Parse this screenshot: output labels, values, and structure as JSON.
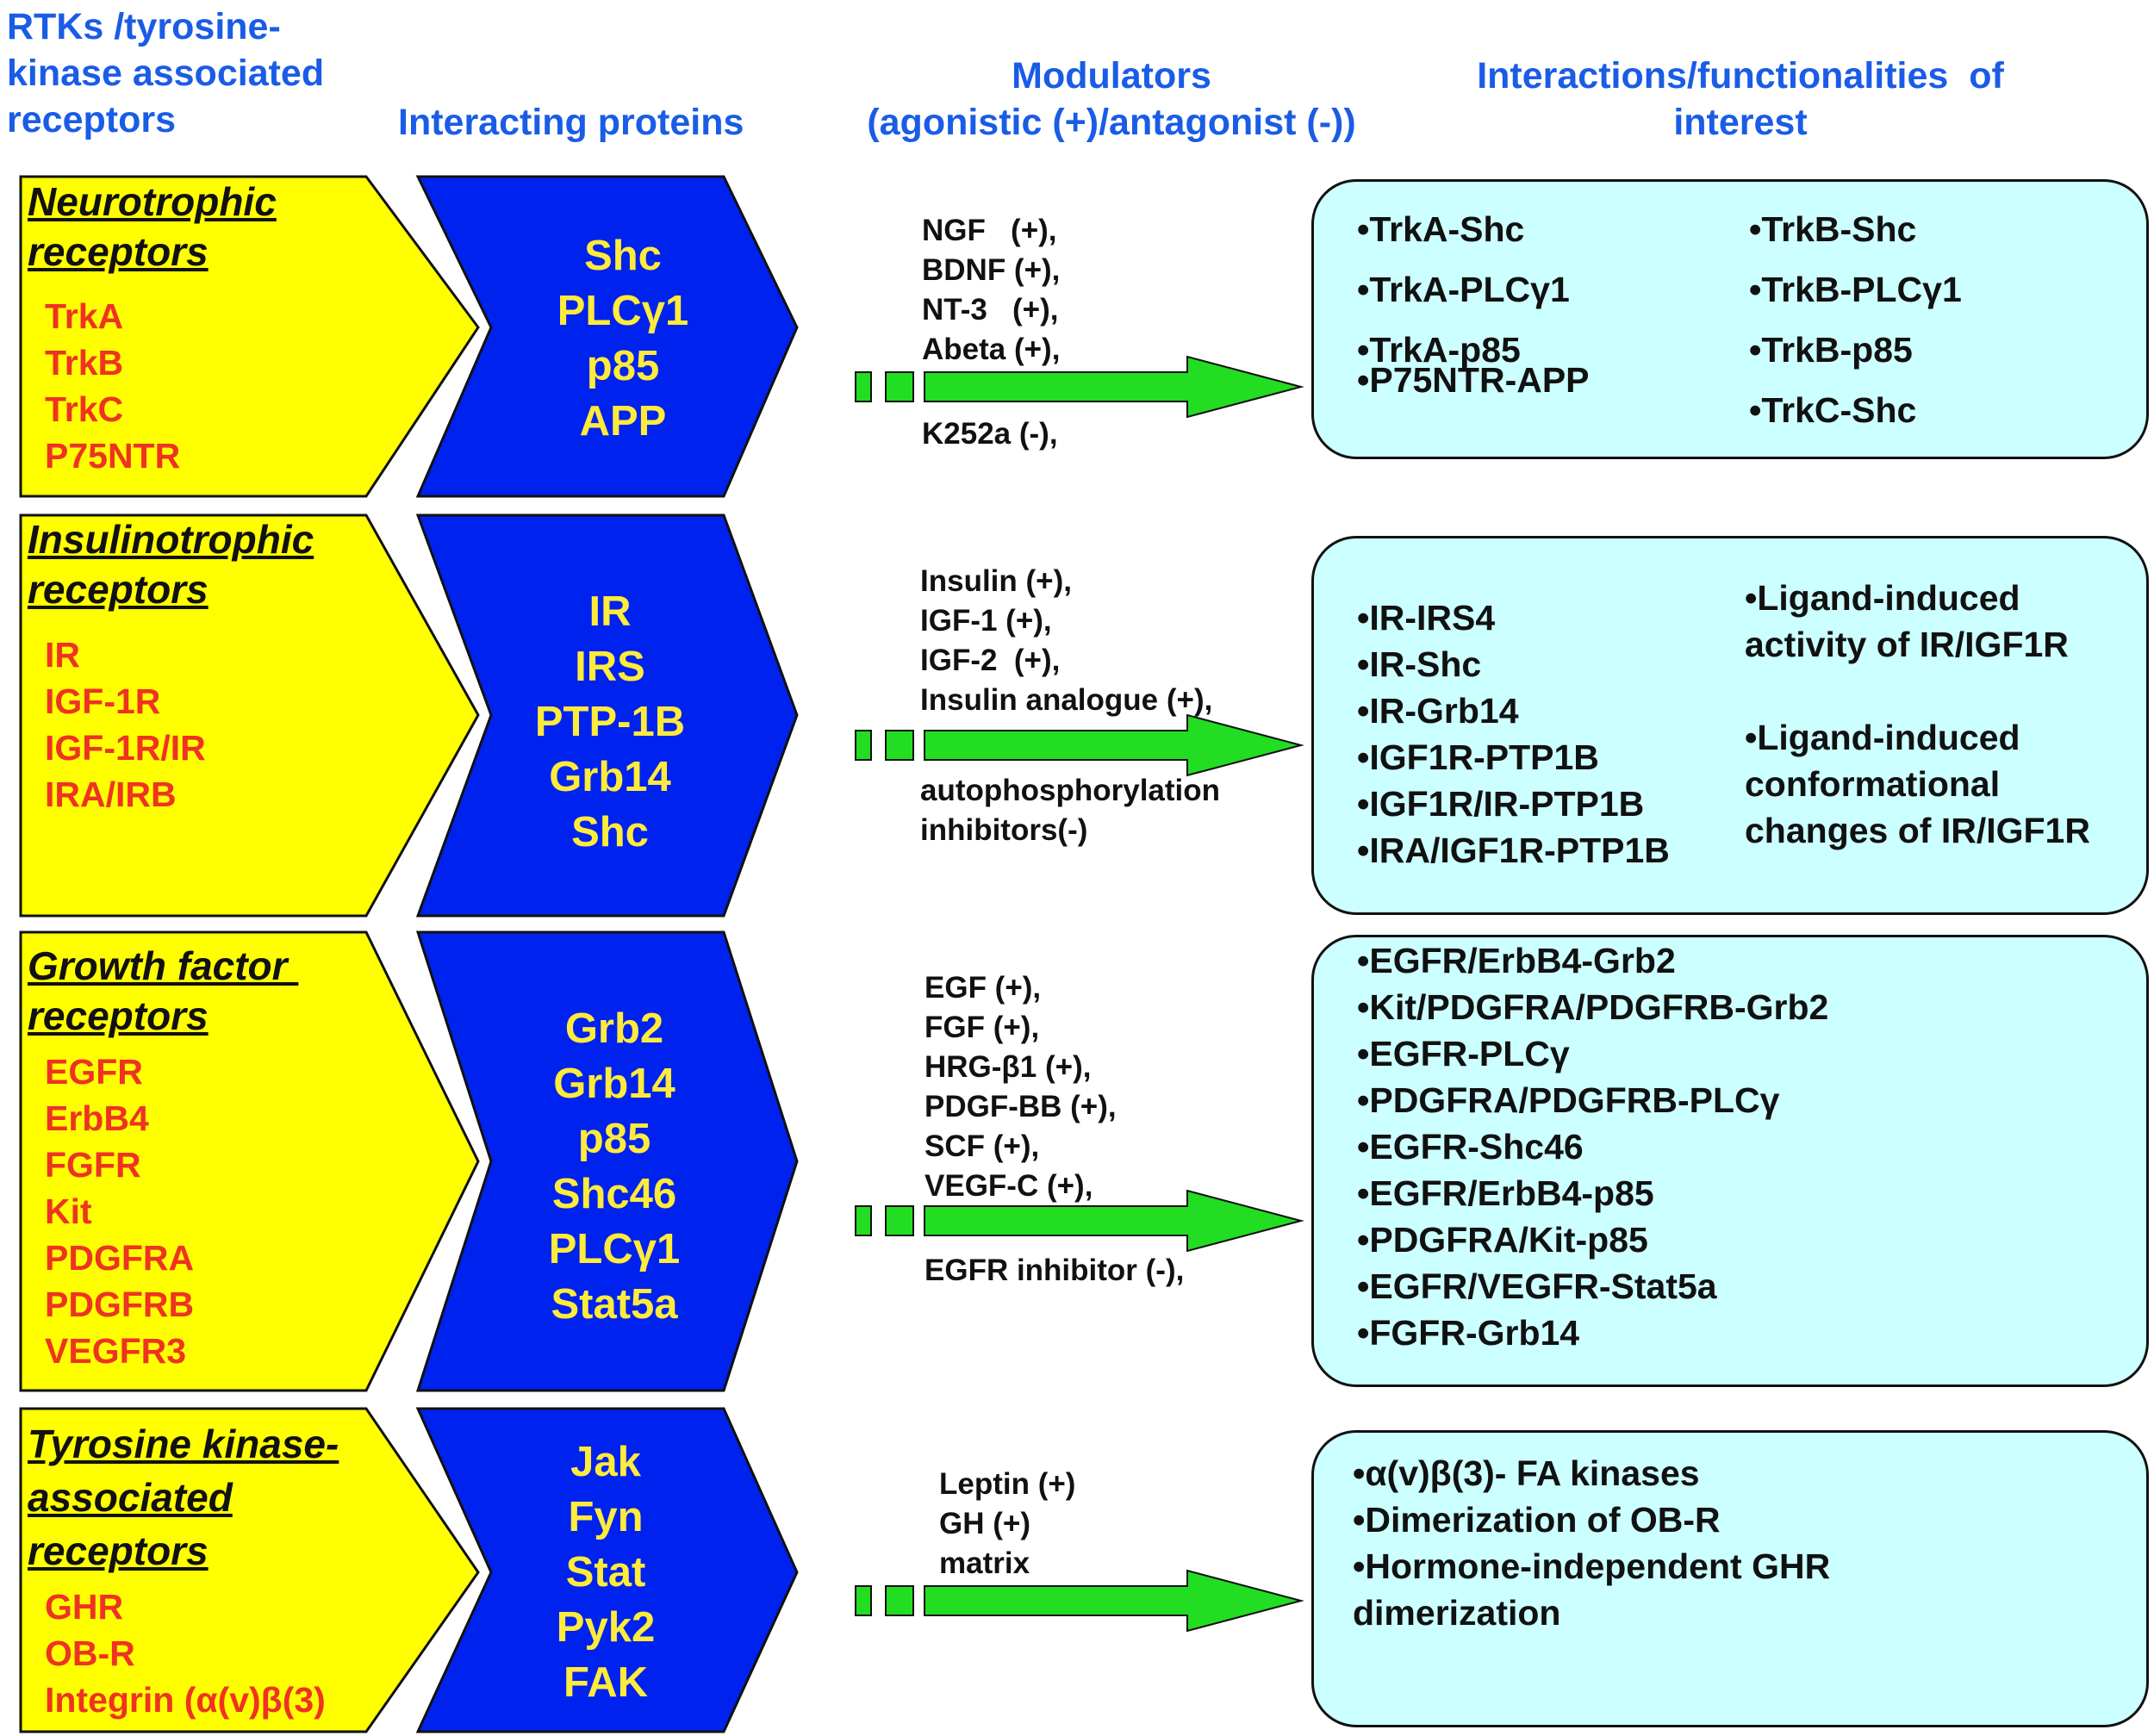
{
  "headers": {
    "col1": "RTKs /tyrosine-\nkinase associated\nreceptors",
    "col2": "Interacting proteins",
    "col3": "Modulators\n(agonistic (+)/antagonist (-))",
    "col4": "Interactions/functionalities  of\ninterest"
  },
  "colors": {
    "header_text": "#1a5ce6",
    "category_box": "#ffff00",
    "receptor_text": "#ee3322",
    "protein_chevron": "#0022ee",
    "protein_text": "#ffeb3b",
    "arrow": "#22dd22",
    "interaction_box": "#ccffff"
  },
  "rows": [
    {
      "category": "Neurotrophic\nreceptors",
      "receptors": [
        "TrkA",
        "TrkB",
        "TrkC",
        "P75NTR"
      ],
      "proteins": [
        "Shc",
        "PLCγ1",
        "p85",
        "APP"
      ],
      "modulators_plus": "NGF   (+),\nBDNF (+),\nNT-3   (+),\nAbeta (+),",
      "modulators_minus": "K252a (-),",
      "interactions_left": "•TrkA-Shc\n\n•TrkA-PLCγ1\n\n•TrkA-p85\n•P75NTR-APP",
      "interactions_right": "•TrkB-Shc\n\n•TrkB-PLCγ1\n\n•TrkB-p85\n\n•TrkC-Shc"
    },
    {
      "category": "Insulinotrophic\nreceptors",
      "receptors": [
        "IR",
        "IGF-1R",
        "IGF-1R/IR",
        "IRA/IRB"
      ],
      "proteins": [
        "IR",
        "IRS",
        "PTP-1B",
        "Grb14",
        "Shc"
      ],
      "modulators_plus": "Insulin (+),\nIGF-1 (+),\nIGF-2  (+),\nInsulin analogue (+),",
      "modulators_minus": "autophosphorylation\ninhibitors(-)",
      "interactions_left": "•IR-IRS4\n•IR-Shc\n•IR-Grb14\n•IGF1R-PTP1B\n•IGF1R/IR-PTP1B\n•IRA/IGF1R-PTP1B",
      "interactions_right": "•Ligand-induced\nactivity of IR/IGF1R\n\n•Ligand-induced\nconformational\nchanges of IR/IGF1R"
    },
    {
      "category": "Growth factor \nreceptors",
      "receptors": [
        "EGFR",
        "ErbB4",
        "FGFR",
        "Kit",
        "PDGFRA",
        "PDGFRB",
        "VEGFR3"
      ],
      "proteins": [
        "Grb2",
        "Grb14",
        "p85",
        "Shc46",
        "PLCγ1",
        "Stat5a"
      ],
      "modulators_plus": "EGF (+),\nFGF (+),\nHRG-β1 (+),\nPDGF-BB (+),\nSCF (+),\nVEGF-C (+),",
      "modulators_minus": "EGFR inhibitor (-),",
      "interactions_left": "•EGFR/ErbB4-Grb2\n•Kit/PDGFRA/PDGFRB-Grb2\n•EGFR-PLCγ\n•PDGFRA/PDGFRB-PLCγ\n•EGFR-Shc46\n•EGFR/ErbB4-p85\n•PDGFRA/Kit-p85\n•EGFR/VEGFR-Stat5a\n•FGFR-Grb14",
      "interactions_right": ""
    },
    {
      "category": "Tyrosine kinase-\nassociated\nreceptors",
      "receptors": [
        "GHR",
        "OB-R",
        "Integrin (α(v)β(3)"
      ],
      "proteins": [
        "Jak",
        "Fyn",
        "Stat",
        "Pyk2",
        "FAK"
      ],
      "modulators_plus": "Leptin (+)\nGH (+)\nmatrix",
      "modulators_minus": "",
      "interactions_left": "•α(v)β(3)- FA kinases\n•Dimerization of OB-R\n•Hormone-independent GHR\ndimerization",
      "interactions_right": ""
    }
  ]
}
